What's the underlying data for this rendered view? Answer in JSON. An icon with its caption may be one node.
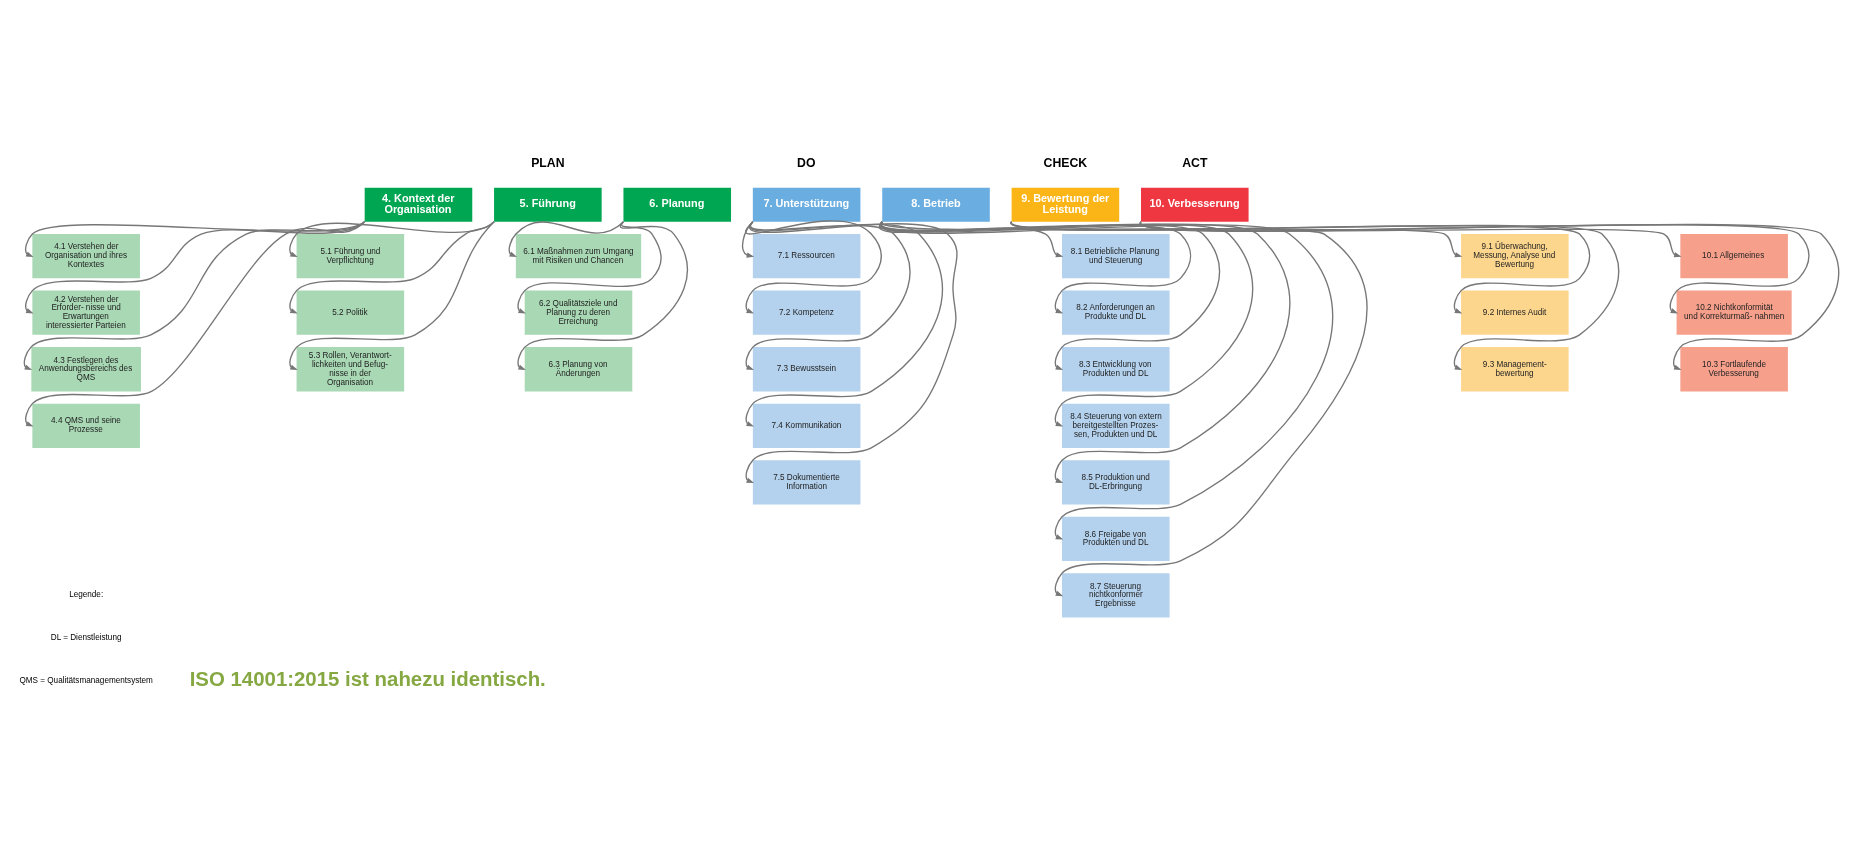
{
  "diagram": {
    "nodes": [
      {
        "text": [
          "4. Kontext der Organisation"
        ]
      },
      {
        "text": [
          "4.1 Verstehen der Organisation und ihres Kontextes"
        ]
      },
      {
        "text": [
          "4.2 Verstehen der Erforder- nisse und Erwartungen interessierter Parteien"
        ]
      },
      {
        "text": [
          "4.3 Festlegen des Anwendungsbereichs des QMS"
        ]
      },
      {
        "text": [
          "4.4 QMS und seine Prozesse"
        ]
      },
      {
        "text": [
          "5. Führung"
        ]
      },
      {
        "text": [
          "5.1 Führung und Verpflichtung"
        ]
      },
      {
        "text": [
          "5.2 Politik"
        ]
      },
      {
        "text": [
          "5.3 Rollen, Verantwort- lichkeiten und Befug- nisse in der Organisation"
        ]
      },
      {
        "text": [
          "6. Planung"
        ]
      },
      {
        "text": [
          "6.1 Maßnahmen zum Umgang mit Risiken und Chancen"
        ]
      },
      {
        "text": [
          "6.2 Qualitätsziele und Planung zu deren Erreichung"
        ]
      },
      {
        "text": [
          "6.3 Planung von Änderungen"
        ]
      },
      {
        "text": [
          "7. Unterstützung"
        ]
      },
      {
        "text": [
          "7.1 Ressourcen"
        ]
      },
      {
        "text": [
          "7.2 Kompetenz"
        ]
      },
      {
        "text": [
          "7.3 Bewusstsein"
        ]
      },
      {
        "text": [
          "7.4 Kommunikation"
        ]
      },
      {
        "text": [
          "7.5 Dokumentierte Information"
        ]
      },
      {
        "text": [
          "8. Betrieb"
        ]
      },
      {
        "text": [
          "8.1 Betriebliche Planung und Steuerung"
        ]
      },
      {
        "text": [
          "8.2 Anforderungen an Produkte und DL"
        ]
      },
      {
        "text": [
          "8.3 Entwicklung von Produkten und DL"
        ]
      },
      {
        "text": [
          "8.4 Steuerung von extern bereitgestellten Prozes- sen, Produkten und DL"
        ]
      },
      {
        "text": [
          "8.5 Produktion und DL-Erbringung"
        ]
      },
      {
        "text": [
          "8.6 Freigabe von Produkten und DL"
        ]
      },
      {
        "text": [
          "8.7 Steuerung nichtkonformer Ergebnisse"
        ]
      },
      {
        "text": [
          "9. Bewertung der Leistung"
        ]
      },
      {
        "text": [
          "9.1 Überwachung, Messung, Analyse und Bewertung"
        ]
      },
      {
        "text": [
          "9.2 Internes Audit"
        ]
      },
      {
        "text": [
          "9.3 Management- bewertung"
        ]
      },
      {
        "text": [
          "10. Verbesserung"
        ]
      },
      {
        "text": [
          "10.1 Allgemeines"
        ]
      },
      {
        "text": [
          "10.2 Nichtkonformität und Korrekturmaß- nahmen"
        ]
      },
      {
        "text": [
          "10.3 Fortlaufende Verbesserung"
        ]
      }
    ],
    "edges": [
      {
        "from": 0,
        "to": 1,
        "arrow": "to"
      },
      {
        "from": 0,
        "to": 2,
        "arrow": "to"
      },
      {
        "from": 0,
        "to": 3,
        "arrow": "to"
      },
      {
        "from": 0,
        "to": 4,
        "arrow": "to"
      },
      {
        "from": 5,
        "to": 6,
        "arrow": "to"
      },
      {
        "from": 5,
        "to": 7,
        "arrow": "to"
      },
      {
        "from": 5,
        "to": 8,
        "arrow": "to"
      },
      {
        "from": 9,
        "to": 10,
        "arrow": "to"
      },
      {
        "from": 9,
        "to": 11,
        "arrow": "to"
      },
      {
        "from": 9,
        "to": 12,
        "arrow": "to"
      },
      {
        "from": 13,
        "to": 14,
        "arrow": "to"
      },
      {
        "from": 13,
        "to": 15,
        "arrow": "to"
      },
      {
        "from": 13,
        "to": 16,
        "arrow": "to"
      },
      {
        "from": 13,
        "to": 17,
        "arrow": "to"
      },
      {
        "from": 13,
        "to": 18,
        "arrow": "to"
      },
      {
        "from": 19,
        "to": 20,
        "arrow": "to"
      },
      {
        "from": 19,
        "to": 21,
        "arrow": "to"
      },
      {
        "from": 19,
        "to": 22,
        "arrow": "to"
      },
      {
        "from": 19,
        "to": 23,
        "arrow": "to"
      },
      {
        "from": 19,
        "to": 24,
        "arrow": "to"
      },
      {
        "from": 19,
        "to": 25,
        "arrow": "to"
      },
      {
        "from": 19,
        "to": 26,
        "arrow": "to"
      },
      {
        "from": 27,
        "to": 28,
        "arrow": "to"
      },
      {
        "from": 27,
        "to": 29,
        "arrow": "to"
      },
      {
        "from": 27,
        "to": 30,
        "arrow": "to"
      },
      {
        "from": 31,
        "to": 32,
        "arrow": "to"
      },
      {
        "from": 31,
        "to": 33,
        "arrow": "to"
      },
      {
        "from": 31,
        "to": 34,
        "arrow": "to"
      }
    ],
    "labels": [
      "PLAN",
      "DO",
      "CHECK",
      "ACT",
      "ISO 14001:2015 ist nahezu identisch.",
      "Legende:",
      "DL = Dienstleistung",
      "QMS = Qualitätsmanagementsystem"
    ]
  }
}
